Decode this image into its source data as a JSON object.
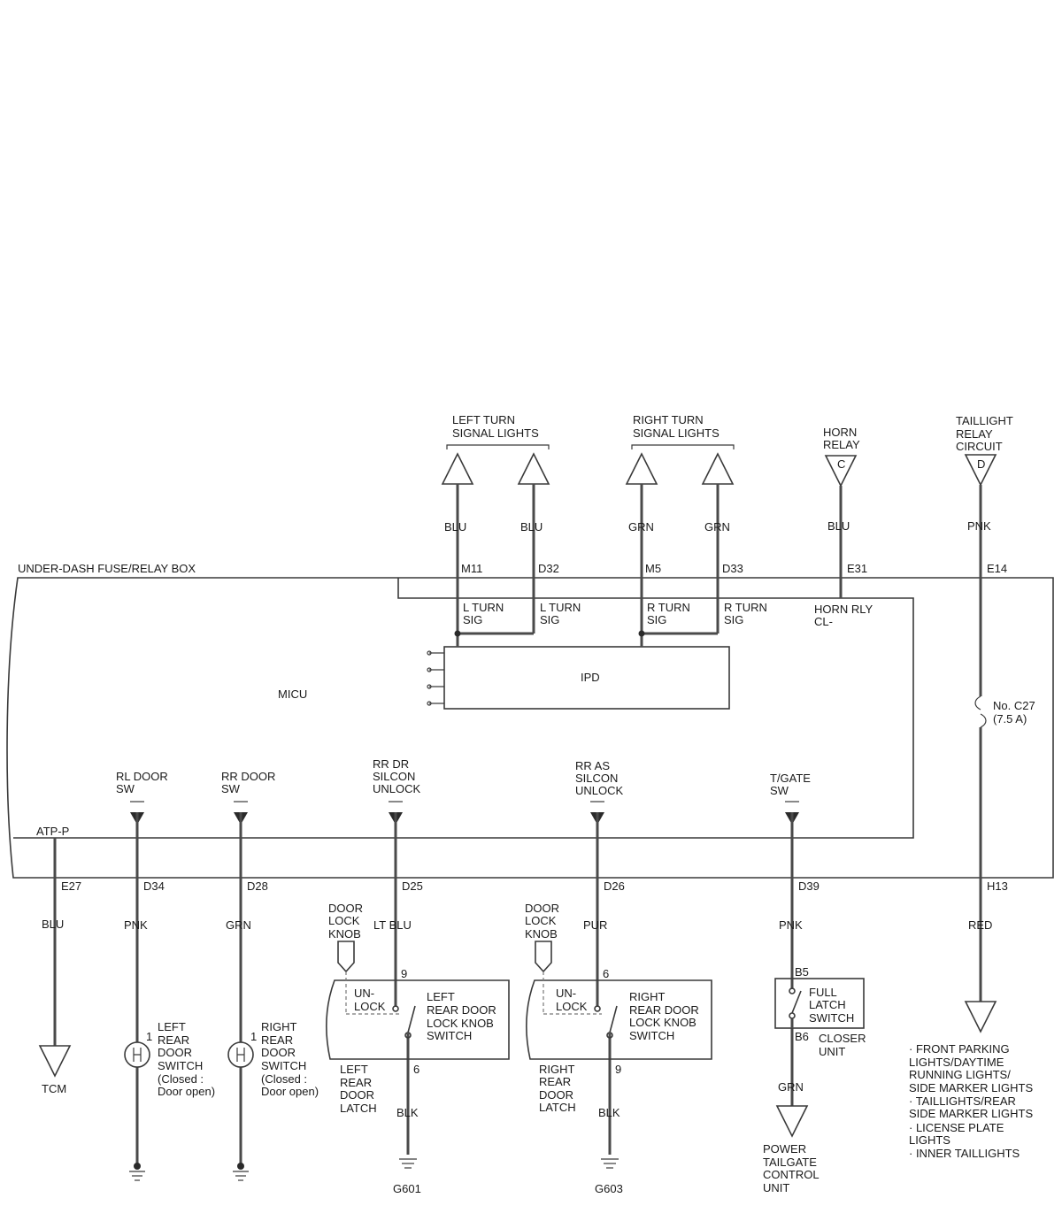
{
  "top_loads": {
    "left_turn": [
      "LEFT TURN",
      "SIGNAL LIGHTS"
    ],
    "right_turn": [
      "RIGHT TURN",
      "SIGNAL LIGHTS"
    ],
    "horn_relay": [
      "HORN",
      "RELAY"
    ],
    "horn_relay_letter": "C",
    "taillight_relay": [
      "TAILLIGHT",
      "RELAY",
      "CIRCUIT"
    ],
    "taillight_relay_letter": "D"
  },
  "fuse_box": {
    "title": "UNDER-DASH FUSE/RELAY BOX",
    "micu": "MICU",
    "ipd": "IPD",
    "fuse": [
      "No. C27",
      "(7.5 A)"
    ],
    "atp": "ATP-P"
  },
  "top_wires": [
    {
      "color": "BLU",
      "terminal": "M11",
      "signal": [
        "L TURN",
        "SIG"
      ]
    },
    {
      "color": "BLU",
      "terminal": "D32",
      "signal": [
        "L TURN",
        "SIG"
      ]
    },
    {
      "color": "GRN",
      "terminal": "M5",
      "signal": [
        "R TURN",
        "SIG"
      ]
    },
    {
      "color": "GRN",
      "terminal": "D33",
      "signal": [
        "R TURN",
        "SIG"
      ]
    },
    {
      "color": "BLU",
      "terminal": "E31",
      "signal": [
        "HORN RLY",
        "CL-"
      ]
    },
    {
      "color": "PNK",
      "terminal": "E14"
    }
  ],
  "bottom_signals": [
    [
      "RL DOOR",
      "SW"
    ],
    [
      "RR DOOR",
      "SW"
    ],
    [
      "RR DR",
      "SILCON",
      "UNLOCK"
    ],
    [
      "RR AS",
      "SILCON",
      "UNLOCK"
    ],
    [
      "T/GATE",
      "SW"
    ]
  ],
  "bottom_wires": [
    {
      "terminal": "E27",
      "color": "BLU"
    },
    {
      "terminal": "D34",
      "color": "PNK"
    },
    {
      "terminal": "D28",
      "color": "GRN"
    },
    {
      "terminal": "D25",
      "color": "LT BLU"
    },
    {
      "terminal": "D26",
      "color": "PUR"
    },
    {
      "terminal": "D39",
      "color": "PNK"
    },
    {
      "terminal": "H13",
      "color": "RED"
    }
  ],
  "components": {
    "tcm": "TCM",
    "left_door_switch": {
      "pin": "1",
      "label": [
        "LEFT",
        "REAR",
        "DOOR",
        "SWITCH",
        "(Closed :",
        "Door open)"
      ]
    },
    "right_door_switch": {
      "pin": "1",
      "label": [
        "RIGHT",
        "REAR",
        "DOOR",
        "SWITCH",
        "(Closed :",
        "Door open)"
      ]
    },
    "door_lock_knob": [
      "DOOR",
      "LOCK",
      "KNOB"
    ],
    "unlock": [
      "UN-",
      "LOCK"
    ],
    "left_latch": {
      "pin_top": "9",
      "pin_bottom": "6",
      "switch": [
        "LEFT",
        "REAR DOOR",
        "LOCK KNOB",
        "SWITCH"
      ],
      "latch": [
        "LEFT",
        "REAR",
        "DOOR",
        "LATCH"
      ],
      "ground_wire": "BLK",
      "ground": "G601"
    },
    "right_latch": {
      "pin_top": "6",
      "pin_bottom": "9",
      "switch": [
        "RIGHT",
        "REAR DOOR",
        "LOCK KNOB",
        "SWITCH"
      ],
      "latch": [
        "RIGHT",
        "REAR",
        "DOOR",
        "LATCH"
      ],
      "ground_wire": "BLK",
      "ground": "G603"
    },
    "closer": {
      "pin_top": "B5",
      "pin_bottom": "B6",
      "switch": [
        "FULL",
        "LATCH",
        "SWITCH"
      ],
      "unit": [
        "CLOSER",
        "UNIT"
      ],
      "out_wire": "GRN",
      "dest": [
        "POWER",
        "TAILGATE",
        "CONTROL",
        "UNIT"
      ]
    },
    "tail_loads": [
      "· FRONT PARKING",
      "LIGHTS/DAYTIME",
      "RUNNING LIGHTS/",
      "SIDE MARKER LIGHTS",
      "· TAILLIGHTS/REAR",
      "SIDE MARKER LIGHTS",
      "· LICENSE PLATE",
      "LIGHTS",
      "· INNER TAILLIGHTS"
    ]
  }
}
